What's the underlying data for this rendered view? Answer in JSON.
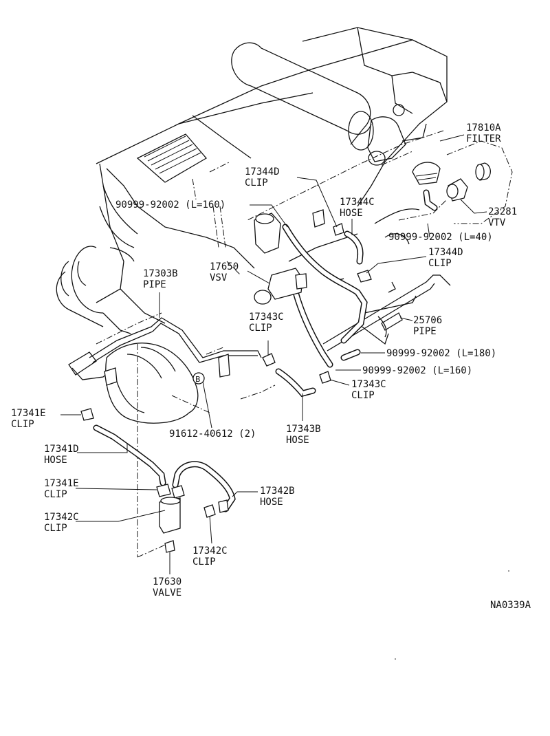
{
  "diagram_code": "NA0339A",
  "callouts": [
    {
      "id": "filter",
      "part_no": "17810A",
      "name": "FILTER"
    },
    {
      "id": "clip-17344d-top",
      "part_no": "17344D",
      "name": "CLIP"
    },
    {
      "id": "hose-17344c",
      "part_no": "17344C",
      "name": "HOSE"
    },
    {
      "id": "hose-l160-top",
      "part_no": "90999-92002",
      "name": "(L=160)"
    },
    {
      "id": "vtv",
      "part_no": "23281",
      "name": "VTV"
    },
    {
      "id": "hose-l40",
      "part_no": "90999-92002",
      "name": "(L=40)"
    },
    {
      "id": "clip-17344d-mid",
      "part_no": "17344D",
      "name": "CLIP"
    },
    {
      "id": "vsv",
      "part_no": "17650",
      "name": "VSV"
    },
    {
      "id": "pipe-17303b",
      "part_no": "17303B",
      "name": "PIPE"
    },
    {
      "id": "clip-17343c-upper",
      "part_no": "17343C",
      "name": "CLIP"
    },
    {
      "id": "pipe-25706",
      "part_no": "25706",
      "name": "PIPE"
    },
    {
      "id": "hose-l180",
      "part_no": "90999-92002",
      "name": "(L=180)"
    },
    {
      "id": "hose-l160-low",
      "part_no": "90999-92002",
      "name": "(L=160)"
    },
    {
      "id": "clip-17343c-lower",
      "part_no": "17343C",
      "name": "CLIP"
    },
    {
      "id": "clip-17341e-top",
      "part_no": "17341E",
      "name": "CLIP"
    },
    {
      "id": "bolt-91612",
      "part_no": "91612-40612",
      "name": "(2)"
    },
    {
      "id": "hose-17343b",
      "part_no": "17343B",
      "name": "HOSE"
    },
    {
      "id": "hose-17341d",
      "part_no": "17341D",
      "name": "HOSE"
    },
    {
      "id": "clip-17341e-low",
      "part_no": "17341E",
      "name": "CLIP"
    },
    {
      "id": "hose-17342b",
      "part_no": "17342B",
      "name": "HOSE"
    },
    {
      "id": "clip-17342c-left",
      "part_no": "17342C",
      "name": "CLIP"
    },
    {
      "id": "clip-17342c-right",
      "part_no": "17342C",
      "name": "CLIP"
    },
    {
      "id": "valve-17630",
      "part_no": "17630",
      "name": "VALVE"
    }
  ],
  "markers": {
    "bolt_ref": "B"
  }
}
